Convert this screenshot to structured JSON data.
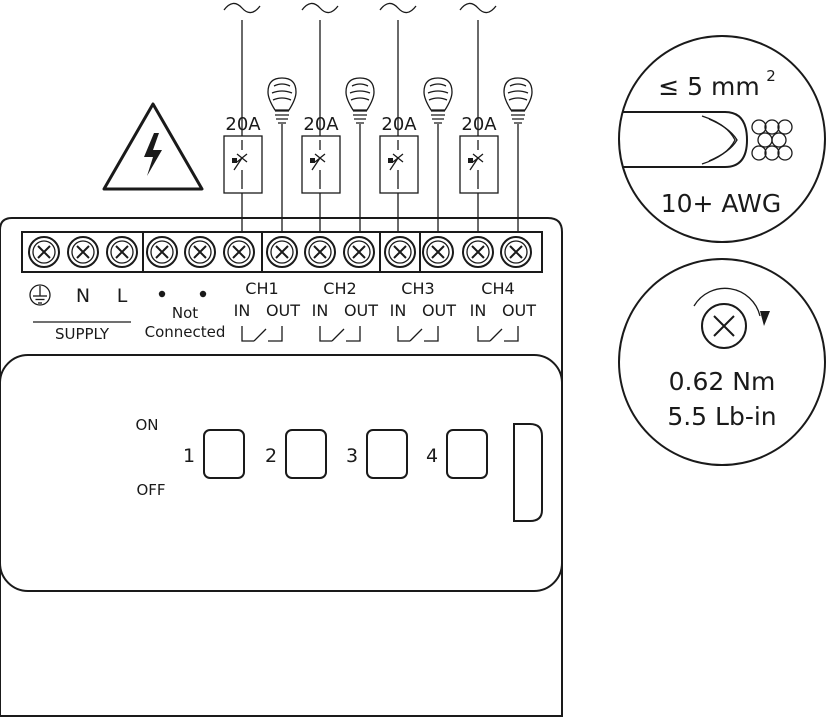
{
  "supply": {
    "labels": [
      "N",
      "L"
    ],
    "group_label": "SUPPLY"
  },
  "not_connected": {
    "line1": "Not",
    "line2": "Connected"
  },
  "channels": [
    {
      "name": "CH1",
      "in": "IN",
      "out": "OUT",
      "breaker": "20A",
      "switch": "1"
    },
    {
      "name": "CH2",
      "in": "IN",
      "out": "OUT",
      "breaker": "20A",
      "switch": "2"
    },
    {
      "name": "CH3",
      "in": "IN",
      "out": "OUT",
      "breaker": "20A",
      "switch": "3"
    },
    {
      "name": "CH4",
      "in": "IN",
      "out": "OUT",
      "breaker": "20A",
      "switch": "4"
    }
  ],
  "dip": {
    "on_label": "ON",
    "off_label": "OFF"
  },
  "wire_spec": {
    "size": "≤ 5 mm",
    "sup": "2",
    "awg": "10+ AWG"
  },
  "torque_spec": {
    "nm": "0.62 Nm",
    "lbin": "5.5 Lb-in"
  },
  "icons": {
    "warning": "high-voltage-warning-icon",
    "ground": "ground-icon",
    "bulb": "light-bulb-icon",
    "ac": "ac-sine-icon",
    "screw": "terminal-screw-icon"
  }
}
